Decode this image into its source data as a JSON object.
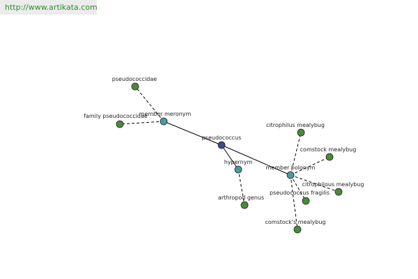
{
  "header": {
    "url": "http://www.artikata.com"
  },
  "graph": {
    "center": "pseudococcus",
    "relations": {
      "member_meronym": "member meronym",
      "hypernym": "hypernym",
      "member_holonym": "member holonym"
    },
    "meronym_terms": [
      "pseudococcidae",
      "family pseudococcidae"
    ],
    "hypernym_terms": [
      "arthropod genus"
    ],
    "holonym_terms": [
      "citrophilus mealybug",
      "comstock mealybug",
      "citrophilous mealybug",
      "pseudococcus fragilis",
      "comstock's mealybug"
    ]
  },
  "colors": {
    "center_node": "#3a4a8a",
    "relation_node": "#4a9a9a",
    "term_node": "#4a8a3a",
    "edge": "#000000",
    "url_text": "#2e8a2e"
  }
}
